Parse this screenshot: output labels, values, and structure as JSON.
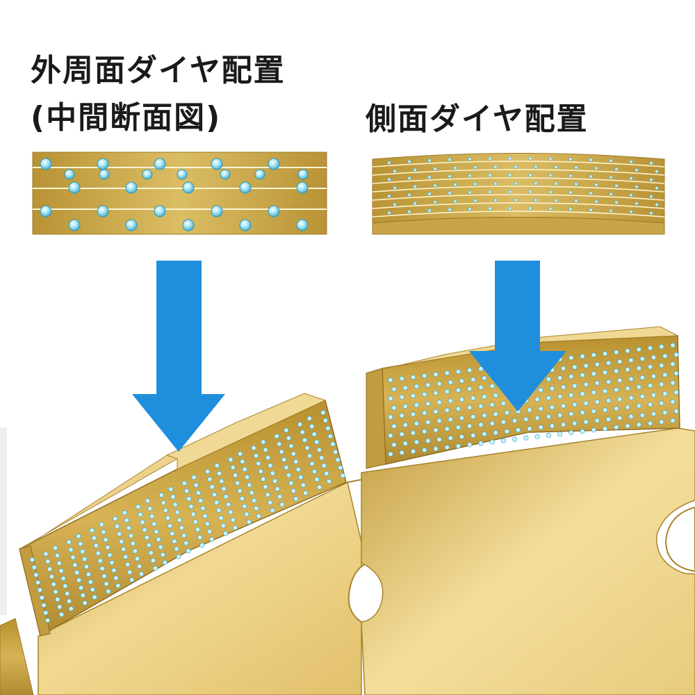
{
  "left_panel": {
    "title_line1": "外周面ダイヤ配置",
    "title_line2": "(中間断面図)"
  },
  "right_panel": {
    "title": "側面ダイヤ配置"
  },
  "colors": {
    "gold_light": "#f3dc9a",
    "gold_mid": "#d8b65a",
    "gold_dark": "#a9832c",
    "diamond": "#a8e6f4",
    "diamond_edge": "#3aa7c9",
    "arrow_blue": "#1f8fdd",
    "background": "#ffffff"
  }
}
